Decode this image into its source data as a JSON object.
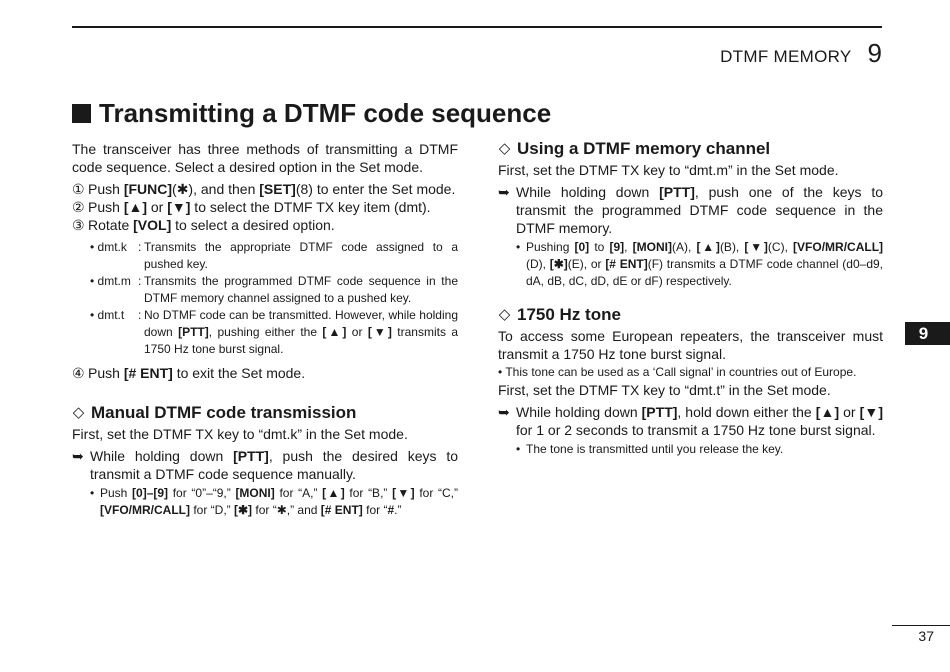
{
  "header": {
    "section_name": "DTMF MEMORY",
    "section_number": "9"
  },
  "title": "Transmitting a DTMF code sequence",
  "left": {
    "intro": "The transceiver has three methods of transmitting a DTMF code sequence. Select a desired option in the Set mode.",
    "step1": {
      "num": "①",
      "pre": "Push ",
      "k1": "[FUNC]",
      "mid1": "(✱), and then ",
      "k2": "[SET]",
      "post": "(8) to enter the Set mode."
    },
    "step2": {
      "num": "②",
      "pre": "Push ",
      "k1": "[▲]",
      "mid1": " or ",
      "k2": "[▼]",
      "post": " to select the DTMF TX key item (dmt)."
    },
    "step3": {
      "num": "③",
      "pre": "Rotate ",
      "k1": "[VOL]",
      "post": " to select a desired option."
    },
    "defs": [
      {
        "key": "• dmt.k",
        "desc": "Transmits the appropriate DTMF code assigned to a pushed key."
      },
      {
        "key": "• dmt.m",
        "desc": "Transmits the programmed DTMF code sequence in the DTMF memory channel assigned to a pushed key."
      },
      {
        "key": "• dmt.t",
        "pre": "No DTMF code can be transmitted. However, while holding down ",
        "k1": "[PTT]",
        "mid1": ", pushing either the ",
        "k2": "[▲]",
        "mid2": " or ",
        "k3": "[▼]",
        "post": " transmits a 1750 Hz tone burst signal."
      }
    ],
    "step4": {
      "num": "④",
      "pre": "Push ",
      "k1": "[# ENT]",
      "post": " to exit the Set mode."
    },
    "manual": {
      "heading": "Manual DTMF code transmission",
      "first": "First, set the DTMF TX key to “dmt.k” in the Set mode.",
      "action_pre": "While holding down ",
      "action_key": "[PTT]",
      "action_post": ", push the desired keys to transmit a DTMF code sequence manually.",
      "note": {
        "p1": "Push ",
        "k1": "[0]–[9]",
        "p2": " for “0”–“9,” ",
        "k2": "[MONI]",
        "p3": " for “A,” ",
        "k3": "[▲]",
        "p4": " for “B,” ",
        "k4": "[▼]",
        "p5": " for “C,” ",
        "k5": "[VFO/MR/CALL]",
        "p6": " for “D,” ",
        "k6": "[✱]",
        "p7": " for “✱,” and ",
        "k7": "[# ENT]",
        "p8": " for “",
        "k8": "#",
        "p9": ".”"
      }
    }
  },
  "right": {
    "memory": {
      "heading": "Using a DTMF memory channel",
      "first": "First, set the DTMF TX key to “dmt.m” in the Set mode.",
      "action_pre": "While holding down ",
      "action_key": "[PTT]",
      "action_post": ", push one of the keys to transmit the programmed DTMF code sequence in the DTMF memory.",
      "note": {
        "p1": "Pushing ",
        "k1": "[0]",
        "p2": " to ",
        "k2": "[9]",
        "p3": ", ",
        "k3": "[MONI]",
        "p4": "(A), ",
        "k4": "[▲]",
        "p5": "(B), ",
        "k5": "[▼]",
        "p6": "(C), ",
        "k6": "[VFO/MR/CALL]",
        "p7": " (D), ",
        "k7": "[✱]",
        "p8": "(E), or ",
        "k8": "[# ENT]",
        "p9": "(F) transmits a DTMF code channel (d0–d9, dA, dB, dC, dD, dE or dF) respectively."
      }
    },
    "tone": {
      "heading": "1750 Hz tone",
      "intro": "To access some European repeaters, the transceiver must transmit a 1750 Hz tone burst signal.",
      "small_note": "• This tone can be used as a ‘Call signal’ in countries out of Europe.",
      "first": "First, set the DTMF TX key to “dmt.t” in the Set mode.",
      "action_pre": "While holding down ",
      "action_key": "[PTT]",
      "action_mid": ", hold down either the ",
      "action_k2": "[▲]",
      "action_mid2": " or ",
      "action_k3": "[▼]",
      "action_post": " for 1 or 2 seconds to transmit a 1750 Hz tone burst signal.",
      "note": "The tone is transmitted until you release the key."
    }
  },
  "side_tab": "9",
  "page_number": "37",
  "icons": {
    "heading_marker": "diamond-outline-icon",
    "action_marker": "right-arrow-icon",
    "title_marker": "filled-square-icon"
  }
}
